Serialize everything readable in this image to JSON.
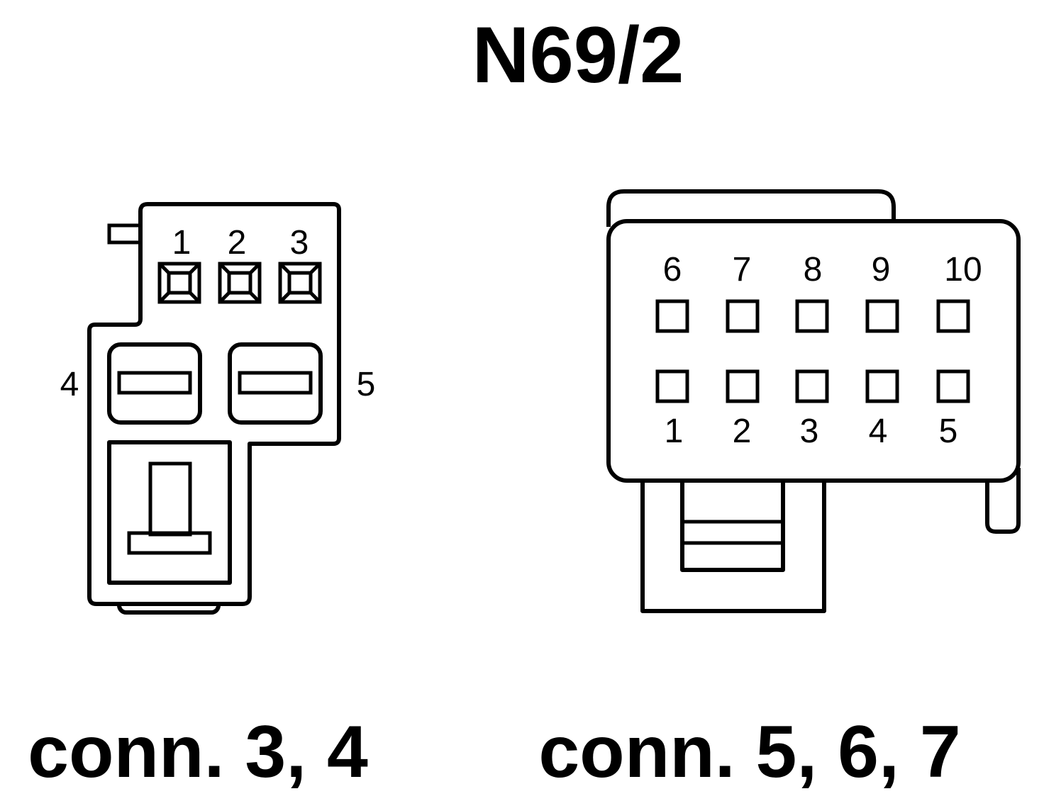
{
  "title": "N69/2",
  "left_connector": {
    "caption": "conn. 3, 4",
    "pins_top": [
      "1",
      "2",
      "3"
    ],
    "pin_left": "4",
    "pin_right": "5"
  },
  "right_connector": {
    "caption": "conn. 5, 6, 7",
    "pins_top": [
      "6",
      "7",
      "8",
      "9",
      "10"
    ],
    "pins_bottom": [
      "1",
      "2",
      "3",
      "4",
      "5"
    ]
  }
}
